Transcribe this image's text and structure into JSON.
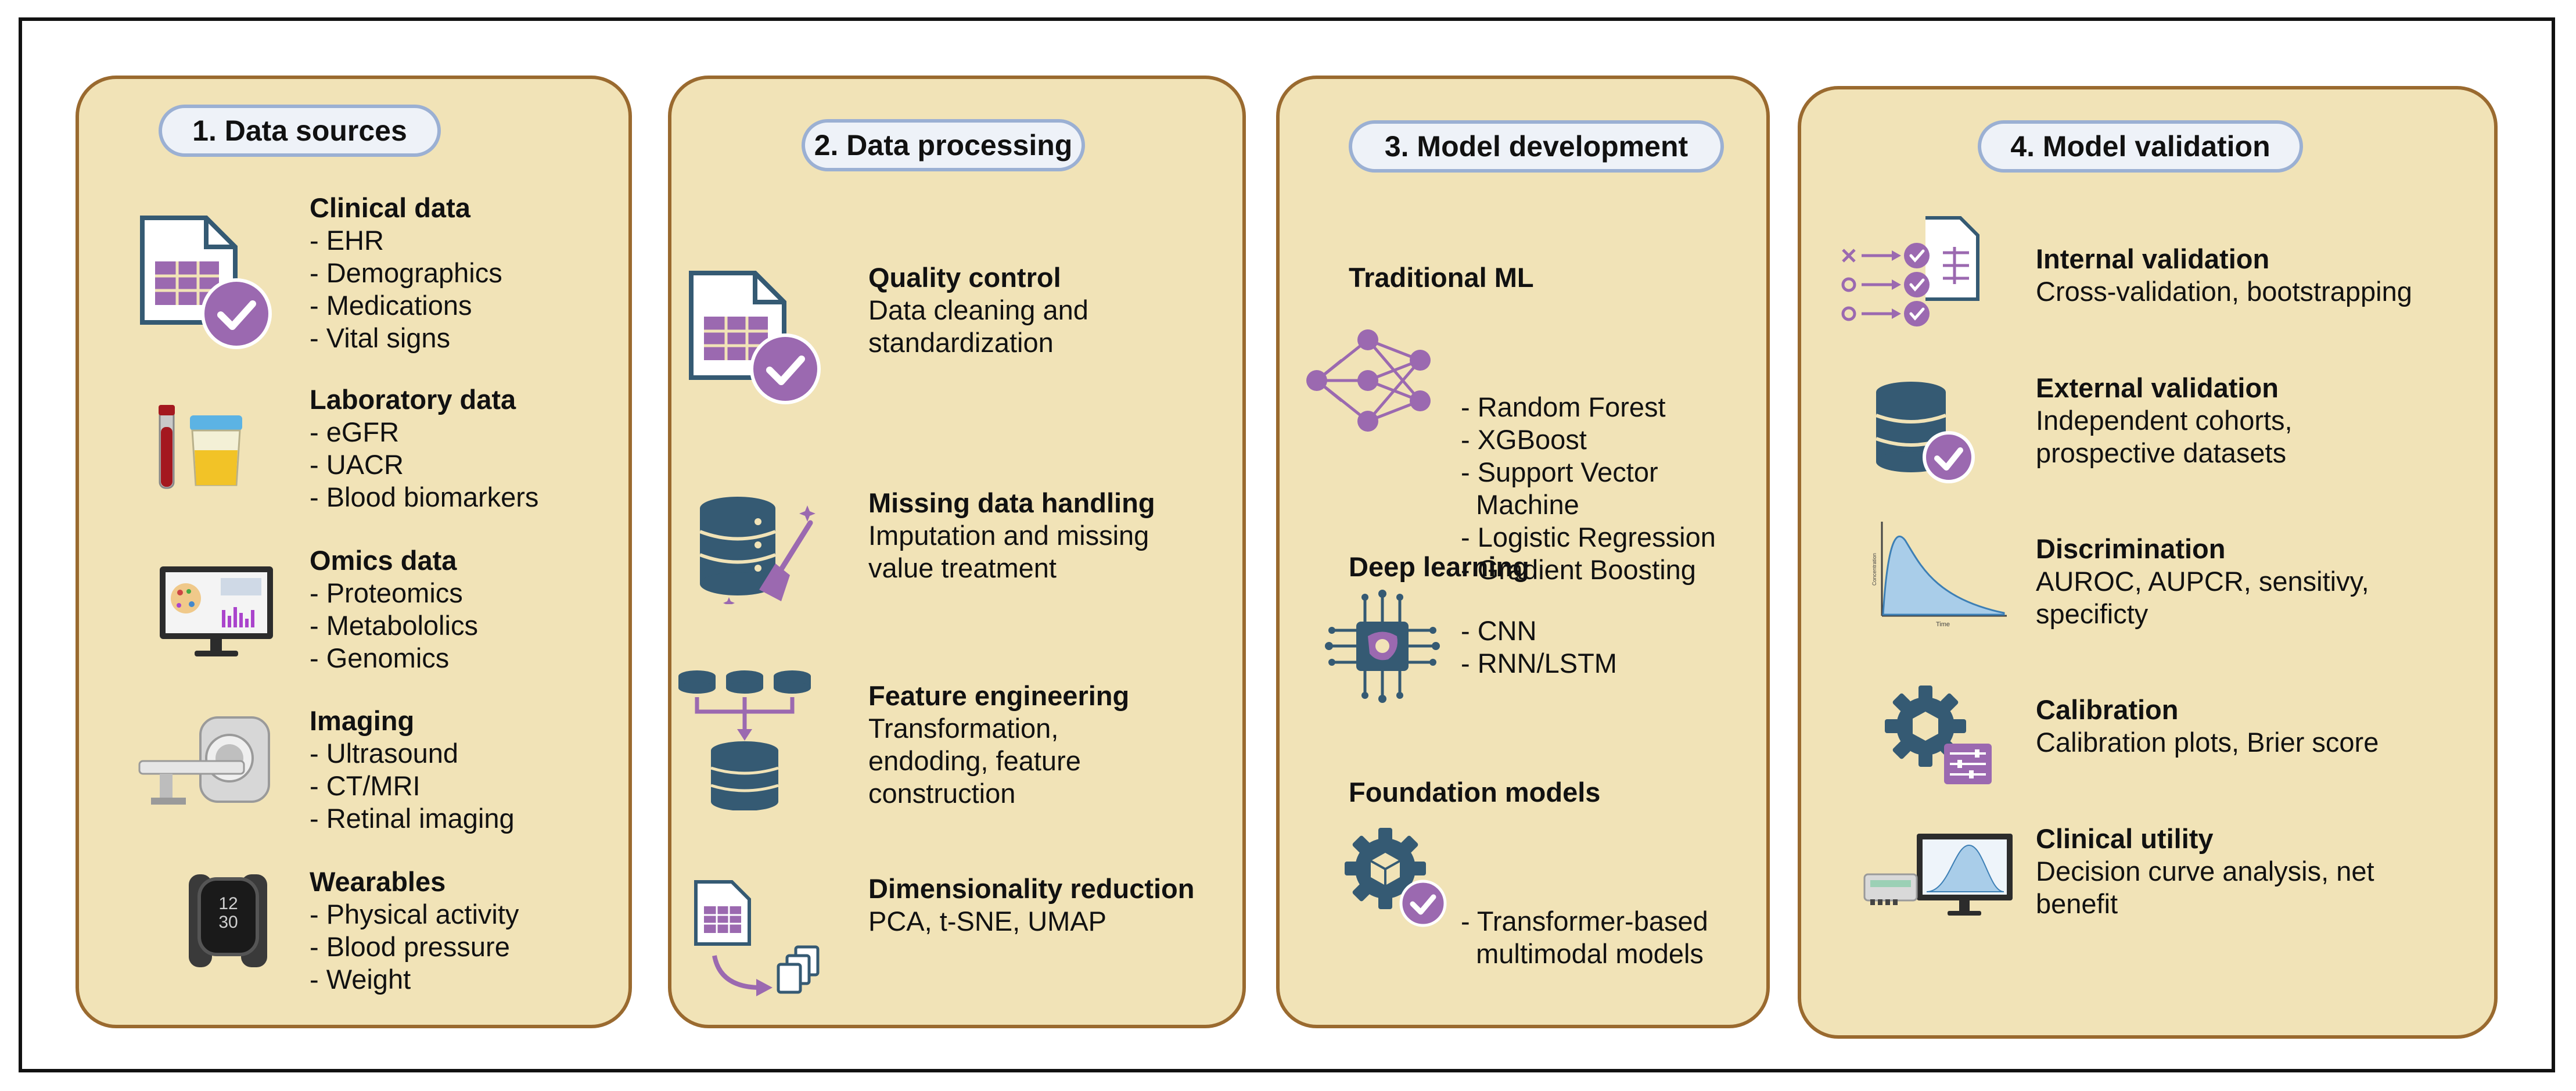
{
  "panels": [
    {
      "title": "1.  Data sources",
      "items": [
        {
          "heading": "Clinical data",
          "lines": [
            "- EHR",
            "- Demographics",
            "- Medications",
            "- Vital signs"
          ]
        },
        {
          "heading": "Laboratory data",
          "lines": [
            "- eGFR",
            "- UACR",
            "- Blood biomarkers"
          ]
        },
        {
          "heading": "Omics data",
          "lines": [
            "- Proteomics",
            "- Metabololics",
            "- Genomics"
          ]
        },
        {
          "heading": "Imaging",
          "lines": [
            "- Ultrasound",
            "- CT/MRI",
            "- Retinal imaging"
          ]
        },
        {
          "heading": "Wearables",
          "lines": [
            "- Physical activity",
            "- Blood pressure",
            "- Weight"
          ]
        }
      ]
    },
    {
      "title": "2. Data processing",
      "items": [
        {
          "heading": "Quality control",
          "lines": [
            "Data cleaning and",
            "standardization"
          ]
        },
        {
          "heading": "Missing data handling",
          "lines": [
            "Imputation and missing",
            "value treatment"
          ]
        },
        {
          "heading": "Feature engineering",
          "lines": [
            "Transformation,",
            "endoding, feature",
            "construction"
          ]
        },
        {
          "heading": "Dimensionality reduction",
          "lines": [
            "PCA, t-SNE, UMAP"
          ]
        }
      ]
    },
    {
      "title": "3. Model development",
      "items": [
        {
          "heading": "Traditional ML",
          "lines": [
            "- Random Forest",
            "- XGBoost",
            "- Support Vector",
            "  Machine",
            "- Logistic Regression",
            "- Gradient Boosting"
          ]
        },
        {
          "heading": "Deep learning",
          "lines": [
            "- CNN",
            "- RNN/LSTM"
          ]
        },
        {
          "heading": "Foundation models",
          "lines": [
            "- Transformer-based",
            "  multimodal models"
          ]
        }
      ]
    },
    {
      "title": "4. Model validation",
      "items": [
        {
          "heading": "Internal validation",
          "lines": [
            "Cross-validation, bootstrapping"
          ]
        },
        {
          "heading": "External validation",
          "lines": [
            "Independent cohorts,",
            "prospective datasets"
          ]
        },
        {
          "heading": "Discrimination",
          "lines": [
            "AUROC, AUPCR, sensitivy,",
            "specificty"
          ]
        },
        {
          "heading": "Calibration",
          "lines": [
            "Calibration plots, Brier score"
          ]
        },
        {
          "heading": "Clinical utility",
          "lines": [
            "Decision curve analysis, net",
            "benefit"
          ]
        }
      ]
    }
  ],
  "icon_text": {
    "watch_time": "12\n30",
    "curve_ylabel": "Concentration",
    "curve_xlabel": "Time"
  },
  "colors": {
    "panel_fill": "#f1e3b7",
    "panel_border": "#9a6a2f",
    "pill_fill": "#eef2f8",
    "pill_border": "#9bb0d3",
    "icon_navy": "#355a73",
    "icon_purple": "#9b69b0"
  }
}
